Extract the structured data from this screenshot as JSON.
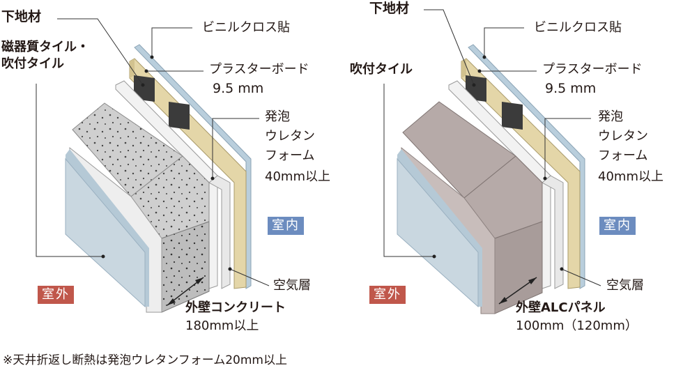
{
  "colors": {
    "indoor_badge": "#6c8cbf",
    "outdoor_badge": "#c0574b",
    "tile": "#c9d7e0",
    "vinyl_cloth": "#b9cedc",
    "plasterboard": "#e4d6a8",
    "studs": "#3b3b3b",
    "urethane": "#f0f0f0",
    "concrete": "#cfcfcf",
    "alc": "#b6aaa8"
  },
  "left_diagram": {
    "labels": {
      "substrate": "下地材",
      "tile_line1": "磁器質タイル・",
      "tile_line2": "吹付タイル",
      "vinyl": "ビニルクロス貼",
      "plaster": "プラスターボード",
      "plaster_size": "9.5 mm",
      "urethane_1": "発泡",
      "urethane_2": "ウレタン",
      "urethane_3": "フォーム",
      "urethane_4": "40mm以上",
      "indoor": "室内",
      "outdoor": "室外",
      "air": "空気層",
      "wall_line1": "外壁コンクリート",
      "wall_line2": "180mm以上"
    }
  },
  "right_diagram": {
    "labels": {
      "substrate": "下地材",
      "tile": "吹付タイル",
      "vinyl": "ビニルクロス貼",
      "plaster": "プラスターボード",
      "plaster_size": "9.5 mm",
      "urethane_1": "発泡",
      "urethane_2": "ウレタン",
      "urethane_3": "フォーム",
      "urethane_4": "40mm以上",
      "indoor": "室内",
      "outdoor": "室外",
      "air": "空気層",
      "wall_line1": "外壁ALCパネル",
      "wall_line2": "100mm（120mm）"
    }
  },
  "footnote": "※天井折返し断熱は発泡ウレタンフォーム20mm以上"
}
